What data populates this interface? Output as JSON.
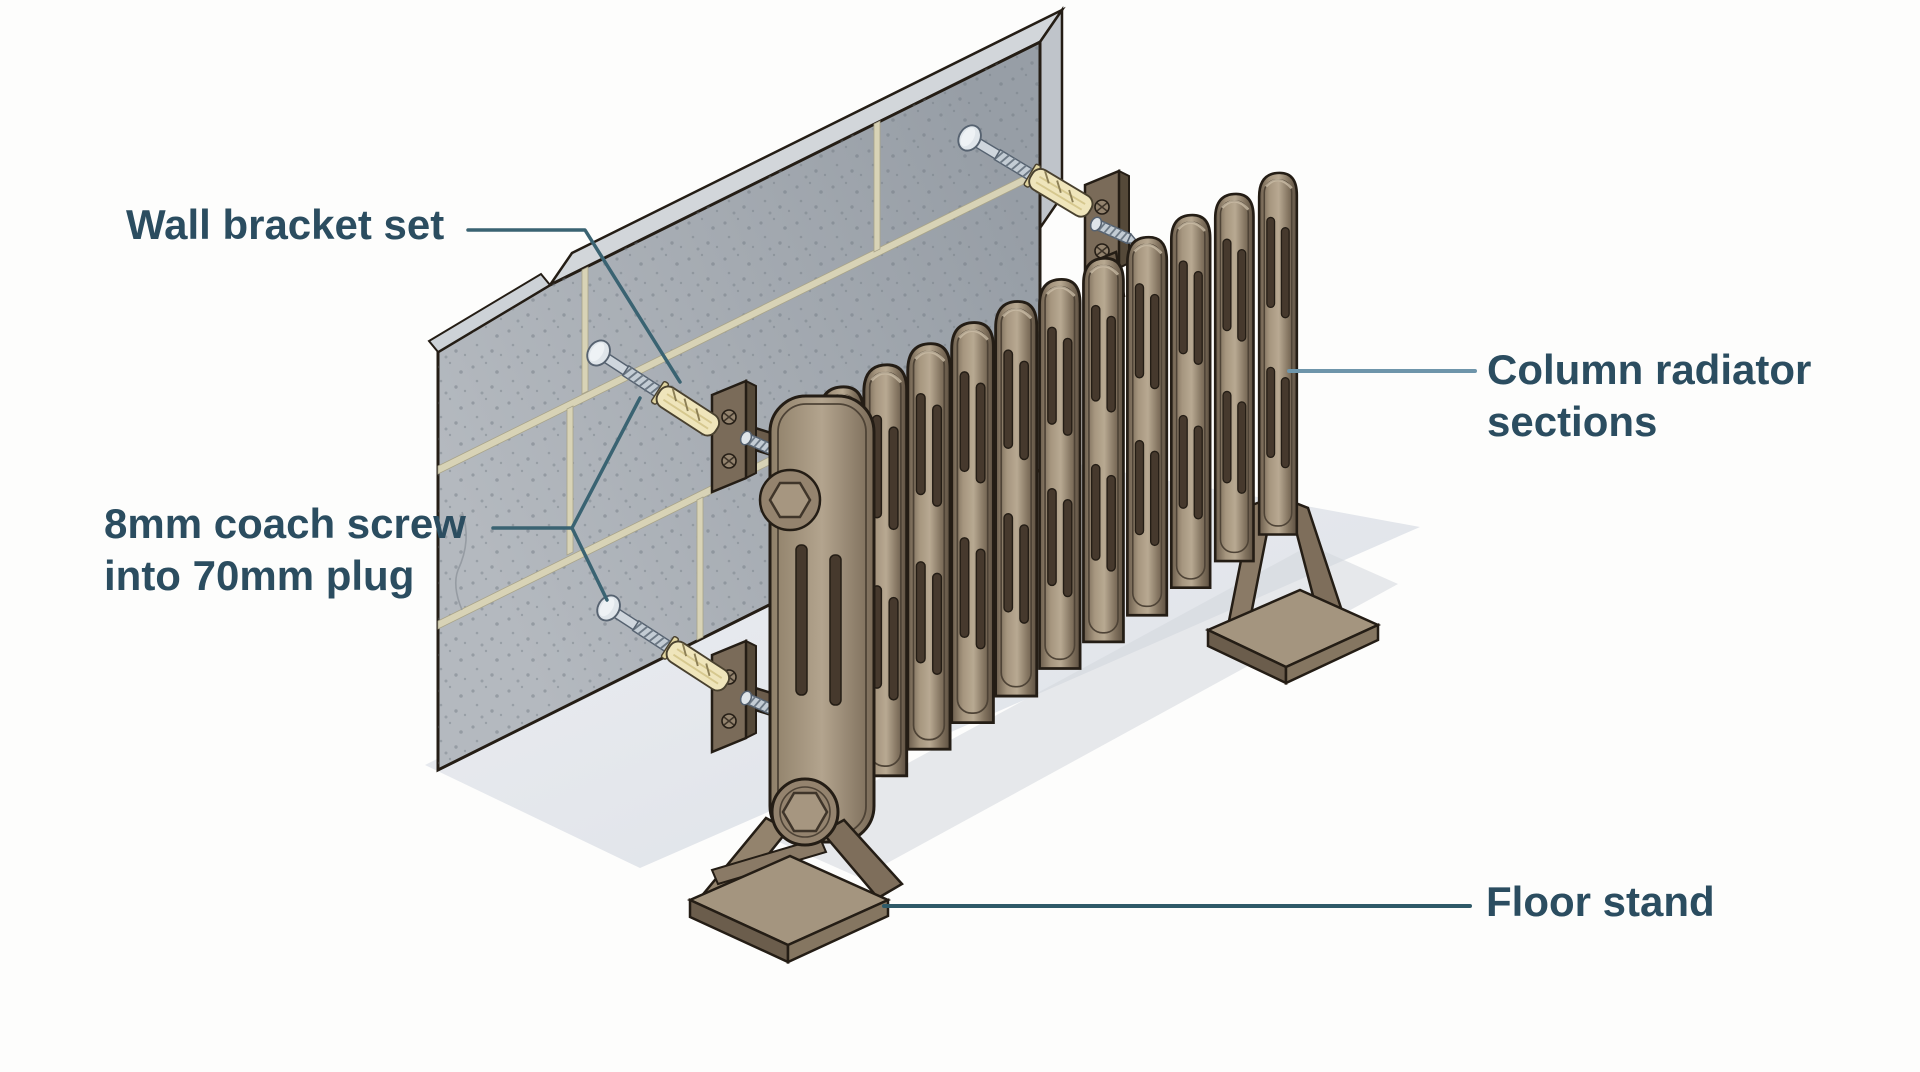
{
  "labels": {
    "wall_bracket_set": "Wall bracket set",
    "coach_screw_line1": "8mm coach screw",
    "coach_screw_line2": "into 70mm plug",
    "column_sections_line1": "Column radiator",
    "column_sections_line2": "sections",
    "floor_stand": "Floor stand"
  },
  "colors": {
    "label_text": "#2b4d60",
    "leader_teal": "#3a6372",
    "leader_light_blue": "#6e95aa",
    "leader_floor": "#2f5a68",
    "wall_concrete": "#a6abb1",
    "wall_top": "#d2d6da",
    "mortar": "#d8d3b6",
    "radiator_bronze": "#8b7b68",
    "wall_plug_cream": "#efe5bb",
    "screw_steel": "#c9d1d8",
    "floor_shadow": "#e6e8ec",
    "outline_ink": "#241d15"
  }
}
